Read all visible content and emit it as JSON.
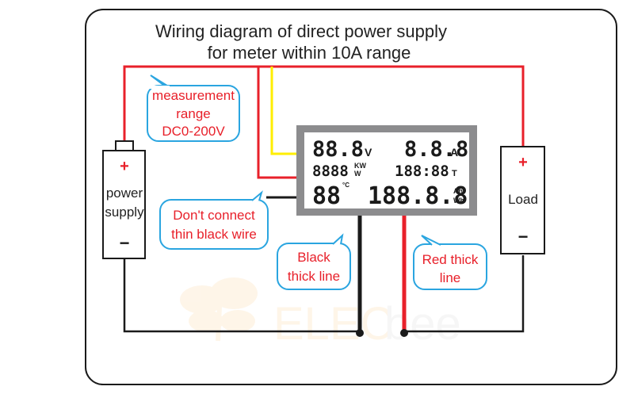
{
  "title": {
    "line1": "Wiring diagram of direct power supply",
    "line2": "for meter within 10A range"
  },
  "power_supply": {
    "plus": "+",
    "label_line1": "power",
    "label_line2": "supply",
    "minus": "−"
  },
  "load": {
    "plus": "+",
    "label": "Load",
    "minus": "−"
  },
  "callouts": {
    "measurement": [
      "measurement",
      "range",
      "DC0-200V"
    ],
    "dont_connect": [
      "Don't connect",
      "thin black wire"
    ],
    "black_thick": [
      "Black",
      "thick line"
    ],
    "red_thick": [
      "Red thick",
      "line"
    ]
  },
  "display": {
    "row1_left": "88.8",
    "row1_left_unit": "V",
    "row1_right": "8.8.8",
    "row1_right_unit": "A",
    "row2_left": "8888",
    "row2_left_unit_top": "KW",
    "row2_left_unit_bottom": "W",
    "row2_right": "188:88",
    "row2_right_unit": "T",
    "row3_left": "88",
    "row3_left_unit": "°C",
    "row3_right": "188.8.8",
    "row3_right_unit_top": "Ah",
    "row3_right_unit_bottom": "Wh"
  },
  "watermark": {
    "left": "ELEC",
    "right": "bee"
  },
  "colors": {
    "red_wire": "#e8202a",
    "yellow_wire": "#ffee00",
    "black_wire": "#1a1a1a",
    "callout_border": "#2aa5e0",
    "display_frame": "#8c8c8e"
  }
}
